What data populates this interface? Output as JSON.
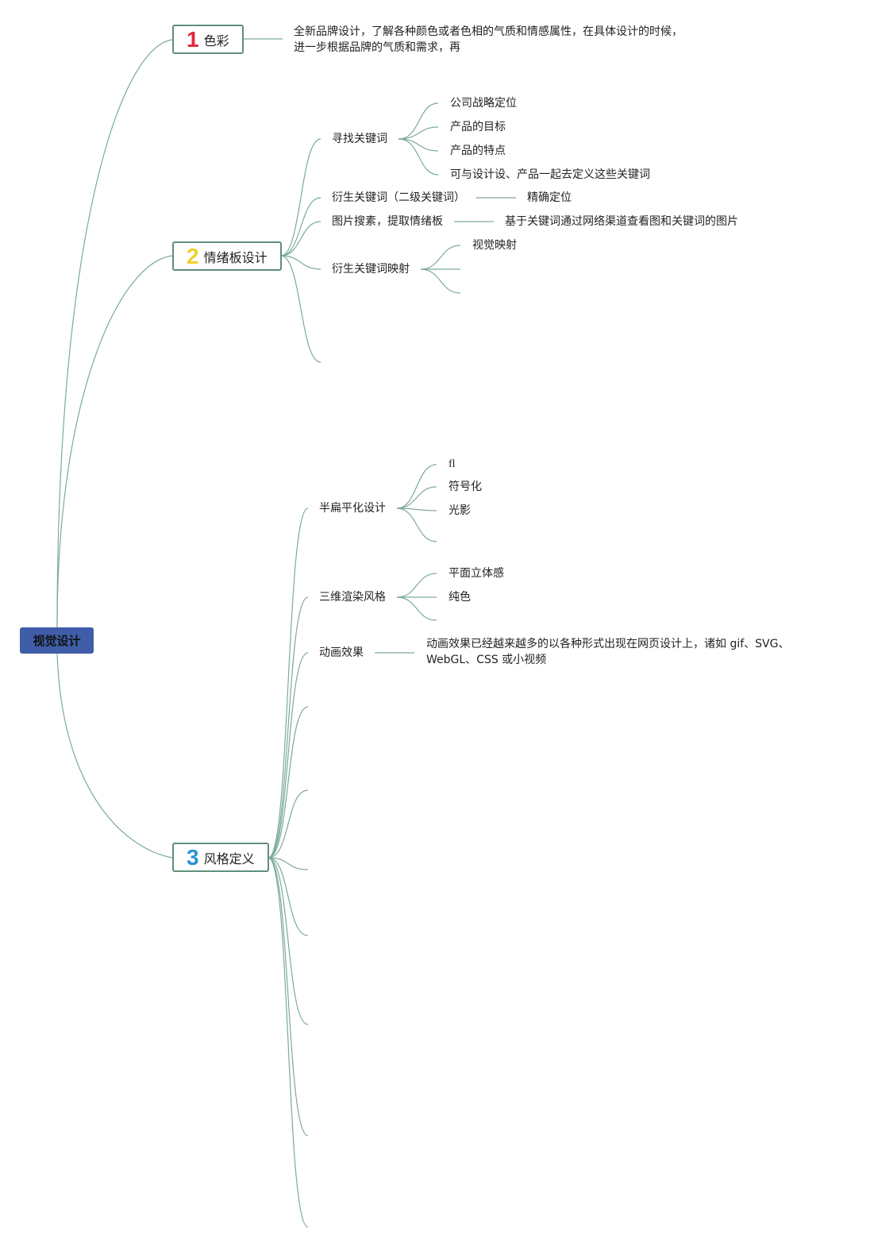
{
  "root": "视觉设计",
  "colors": {
    "root_bg": "#3f5da8",
    "line": "#7cab95",
    "topic_border": "#5f8f7a",
    "num1": "#e0283c",
    "num2": "#f2cf2f",
    "num3": "#2a91d6"
  },
  "branches": [
    {
      "num": "1",
      "title": "色彩",
      "note": "全新品牌设计，了解各种颜色或者色相的气质和情感属性，在具体设计的时候，进一步根据品牌的气质和需求，再"
    },
    {
      "num": "2",
      "title": "情绪板设计",
      "children": [
        {
          "label": "寻找关键词",
          "children": [
            "公司战略定位",
            "产品的目标",
            "产品的特点",
            "可与设计设、产品一起去定义这些关键词"
          ]
        },
        {
          "label": "衍生关键词（二级关键词）",
          "note": "精确定位"
        },
        {
          "label": "图片搜素，提取情绪板",
          "note": "基于关键词通过网络渠道查看图和关键词的图片"
        },
        {
          "label": "衍生关键词映射",
          "children": [
            "视觉映射"
          ]
        }
      ]
    },
    {
      "num": "3",
      "title": "风格定义",
      "children": [
        {
          "label": "半扁平化设计",
          "children": [
            "fl",
            "符号化",
            "光影"
          ]
        },
        {
          "label": "三维渲染风格",
          "children": [
            "平面立体感",
            "纯色"
          ]
        },
        {
          "label": "动画效果",
          "note": "动画效果已经越来越多的以各种形式出现在网页设计上，诸如 gif、SVG、WebGL、CSS 或小视频"
        }
      ]
    }
  ]
}
